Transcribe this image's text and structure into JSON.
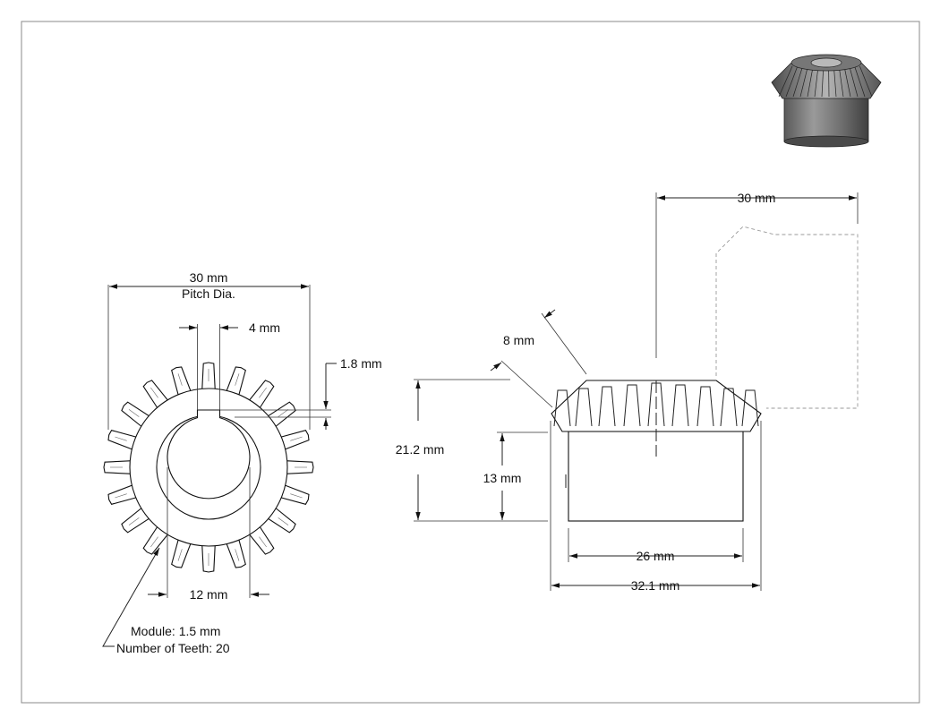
{
  "front_view": {
    "pitch_diameter": "30 mm",
    "pitch_label": "Pitch Dia.",
    "keyway_width": "4 mm",
    "keyway_depth": "1.8 mm",
    "bore_diameter": "12 mm",
    "module": "Module: 1.5 mm",
    "teeth": "Number of Teeth: 20"
  },
  "side_view": {
    "top_width": "30 mm",
    "face_width": "8 mm",
    "total_height": "21.2 mm",
    "hub_height": "13 mm",
    "hub_diameter": "26 mm",
    "outer_diameter": "32.1 mm"
  }
}
